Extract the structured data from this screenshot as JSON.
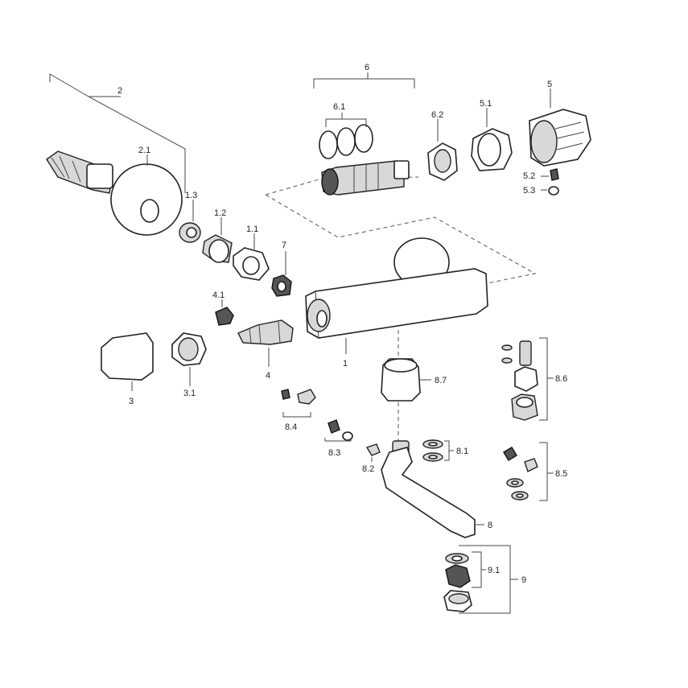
{
  "labels": {
    "l1": "1",
    "l1_1": "1.1",
    "l1_2": "1.2",
    "l1_3": "1.3",
    "l2": "2",
    "l2_1": "2.1",
    "l3": "3",
    "l3_1": "3.1",
    "l4": "4",
    "l4_1": "4.1",
    "l5": "5",
    "l5_1": "5.1",
    "l5_2": "5.2",
    "l5_3": "5.3",
    "l6": "6",
    "l6_1": "6.1",
    "l6_2": "6.2",
    "l7": "7",
    "l8": "8",
    "l8_1": "8.1",
    "l8_2": "8.2",
    "l8_3": "8.3",
    "l8_4": "8.4",
    "l8_5": "8.5",
    "l8_6": "8.6",
    "l8_7": "8.7",
    "l9": "9",
    "l9_1": "9.1"
  }
}
